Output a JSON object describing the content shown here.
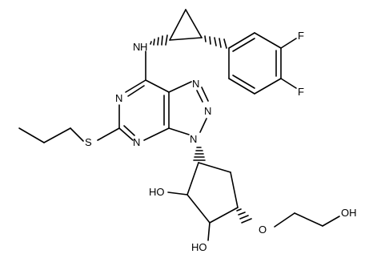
{
  "atoms": {
    "f_top": "F",
    "f_bottom": "F",
    "nh": "N",
    "nh_h": "H",
    "n_tri1": "N",
    "n_tri2": "N",
    "n_tri3": "N",
    "n_pyr1": "N",
    "n_pyr2": "N",
    "s": "S",
    "ho_left": "HO",
    "ho_bottom": "HO",
    "o_ether": "O",
    "oh_right": "OH"
  }
}
